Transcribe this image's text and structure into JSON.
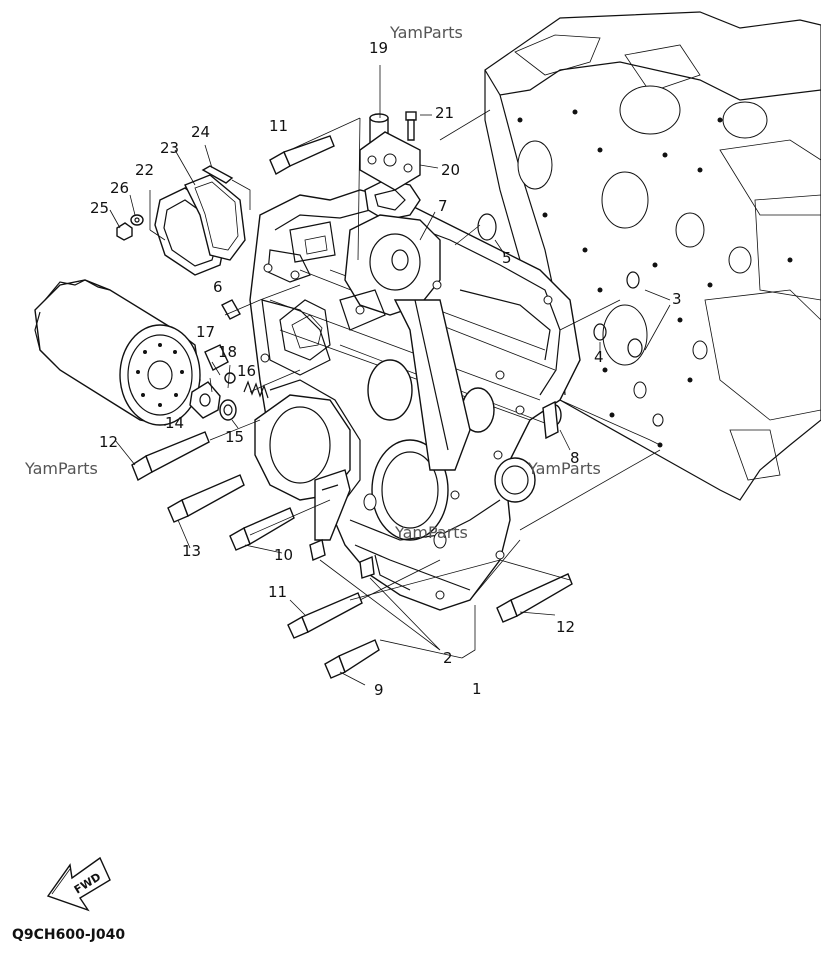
{
  "watermarks": [
    "YamParts",
    "YamParts",
    "YamParts",
    "YamParts"
  ],
  "callouts": [
    "1",
    "2",
    "3",
    "4",
    "5",
    "6",
    "7",
    "8",
    "9",
    "10",
    "11",
    "11",
    "12",
    "12",
    "13",
    "14",
    "15",
    "16",
    "17",
    "18",
    "19",
    "20",
    "21",
    "22",
    "23",
    "24",
    "25",
    "26"
  ],
  "fwd_label": "FWD",
  "diagram_code": "Q9CH600-J040"
}
